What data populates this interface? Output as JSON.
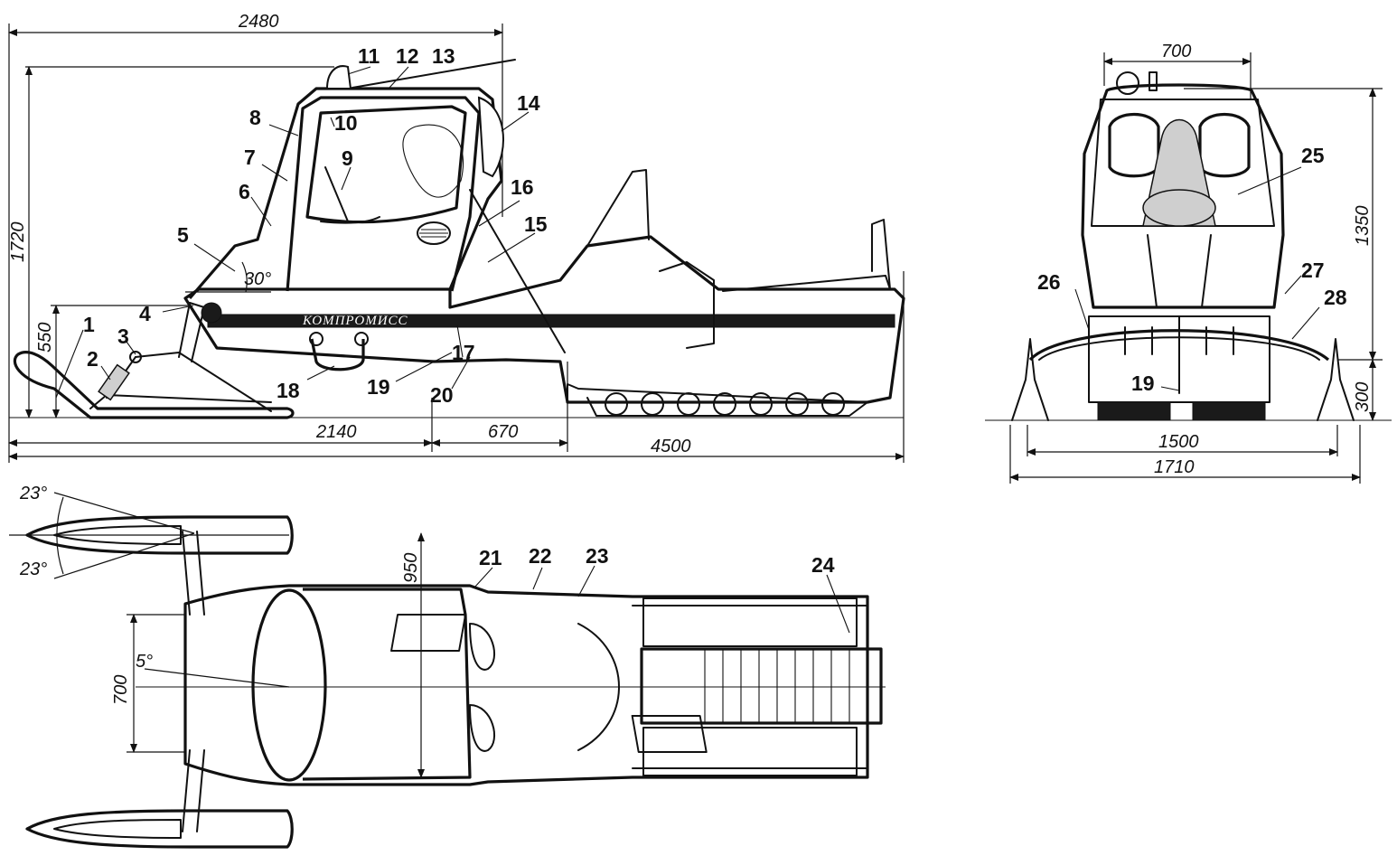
{
  "brand_label": "КОМПРОМИСС",
  "side_view": {
    "dimensions": {
      "overall_length_top": "2480",
      "height": "1720",
      "ski_height": "550",
      "angle": "30°",
      "front_to_axle": "2140",
      "axle_spacing": "670",
      "overall_length": "4500"
    },
    "callouts": [
      "1",
      "2",
      "3",
      "4",
      "5",
      "6",
      "7",
      "8",
      "9",
      "10",
      "11",
      "12",
      "13",
      "14",
      "15",
      "16",
      "17",
      "18",
      "19",
      "20"
    ]
  },
  "front_view": {
    "dimensions": {
      "cab_width": "700",
      "cab_height": "1350",
      "ground_clearance": "300",
      "ski_track": "1500",
      "overall_width": "1710"
    },
    "callouts": [
      "25",
      "26",
      "27",
      "28",
      "19"
    ]
  },
  "top_view": {
    "dimensions": {
      "steer_angle_left": "23°",
      "steer_angle_right": "23°",
      "cab_length": "950",
      "cab_width": "700",
      "toe_angle": "5°"
    },
    "callouts": [
      "21",
      "22",
      "23",
      "24"
    ]
  }
}
